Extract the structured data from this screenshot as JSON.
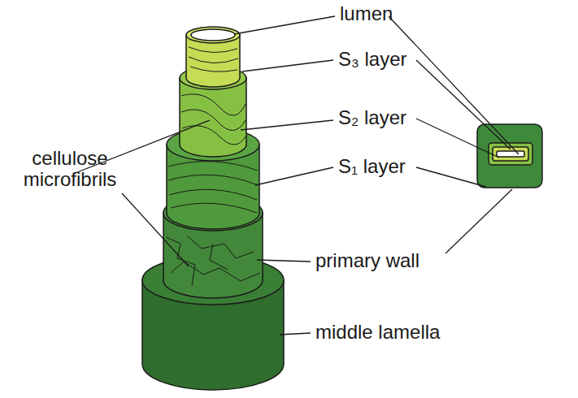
{
  "diagram": {
    "labels": [
      "lumen",
      "S₃ layer",
      "S₂ layer",
      "cellulose microfibrils",
      "S₁ layer",
      "primary wall",
      "middle lamella"
    ]
  }
}
